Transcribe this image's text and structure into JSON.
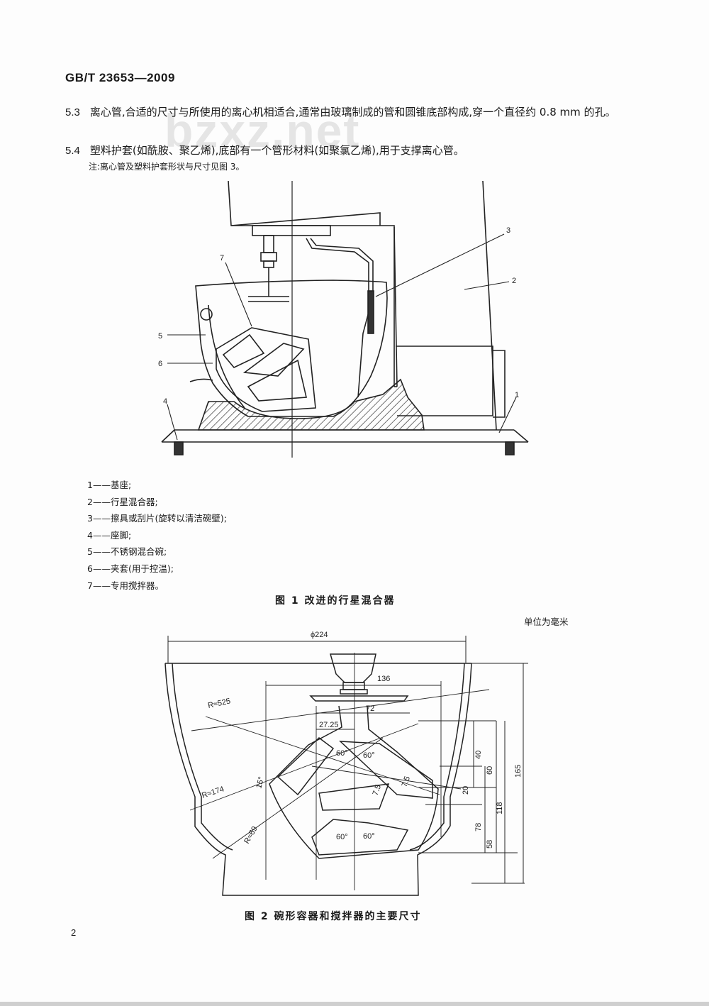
{
  "header": {
    "standard": "GB/T 23653—2009"
  },
  "watermark": "bzxz.net",
  "clauses": [
    {
      "num": "5.3",
      "text": "离心管,合适的尺寸与所使用的离心机相适合,通常由玻璃制成的管和圆锥底部构成,穿一个直径约 0.8 mm 的孔。"
    },
    {
      "num": "5.4",
      "text": "塑料护套(如酰胺、聚乙烯),底部有一个管形材料(如聚氯乙烯),用于支撑离心管。"
    }
  ],
  "note": "注:离心管及塑料护套形状与尺寸见图 3。",
  "figure1": {
    "callouts": [
      "1",
      "2",
      "3",
      "4",
      "5",
      "6",
      "7"
    ],
    "legend": [
      "1——基座;",
      "2——行星混合器;",
      "3——擦具或刮片(旋转以清洁碗壁);",
      "4——座脚;",
      "5——不锈钢混合碗;",
      "6——夹套(用于控温);",
      "7——专用搅拌器。"
    ],
    "caption": "图 1 改进的行星混合器"
  },
  "figure2": {
    "unit_note": "单位为毫米",
    "dims": {
      "diameter": "ϕ224",
      "width136": "136",
      "width72": "72",
      "width2725": "27.25",
      "r525": "R≈525",
      "r174": "R≈174",
      "r69": "R≈69",
      "a15": "15°",
      "a60a": "60°",
      "a60b": "60°",
      "a60c": "60°",
      "a60d": "60°",
      "d75a": "7.5",
      "d75b": "7.5",
      "h40": "40",
      "h60": "60",
      "h20": "20",
      "h78": "78",
      "h58": "58",
      "h118": "118",
      "h165": "165"
    },
    "caption": "图 2 碗形容器和搅拌器的主要尺寸"
  },
  "footer": {
    "page_number": "2"
  }
}
